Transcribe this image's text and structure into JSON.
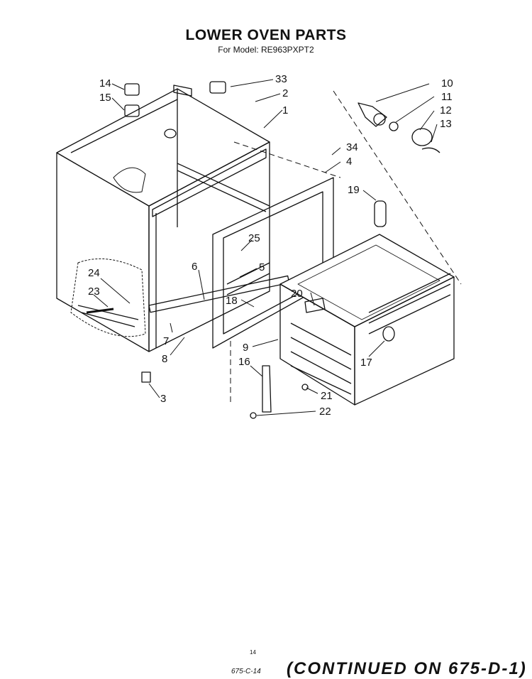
{
  "header": {
    "title": "LOWER OVEN PARTS",
    "subtitle": "For Model: RE963PXPT2"
  },
  "callouts": [
    "1",
    "2",
    "3",
    "4",
    "5",
    "6",
    "7",
    "8",
    "9",
    "10",
    "11",
    "12",
    "13",
    "14",
    "15",
    "16",
    "17",
    "18",
    "19",
    "20",
    "21",
    "22",
    "23",
    "24",
    "25",
    "33",
    "34"
  ],
  "footer": {
    "page_mark": "14",
    "small_code": "675-C-14",
    "continued": "(CONTINUED ON 675-D-1)"
  }
}
